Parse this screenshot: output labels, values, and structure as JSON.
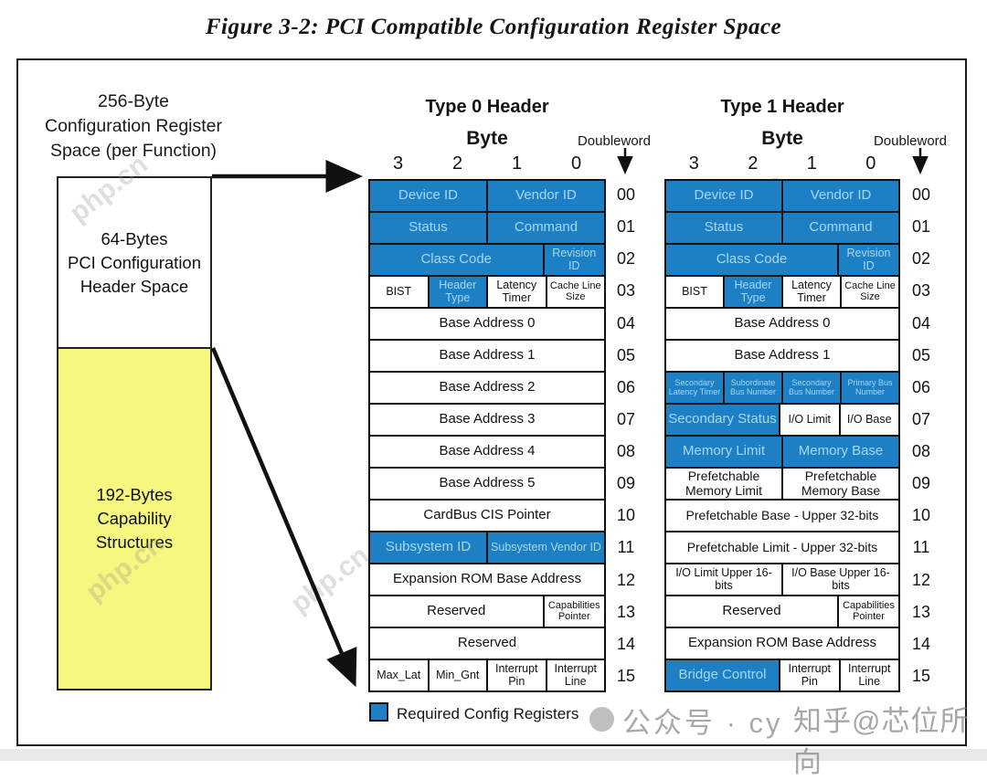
{
  "title": "Figure 3-2: PCI Compatible Configuration Register Space",
  "left_panel": {
    "caption": "256-Byte\nConfiguration Register\nSpace (per Function)",
    "header_space_label": "64-Bytes\nPCI Configuration\nHeader Space",
    "capability_label": "192-Bytes\nCapability\nStructures"
  },
  "colors": {
    "required_blue": "#1d7fc4",
    "blue_text": "#a7d8f4",
    "capability_yellow": "#f6f77e"
  },
  "byte_numbers": [
    "3",
    "2",
    "1",
    "0"
  ],
  "headers": [
    {
      "title": "Type 0 Header",
      "byte_label": "Byte",
      "doubleword_label": "Doubleword",
      "rows": [
        {
          "dw": "00",
          "cells": [
            {
              "label": "Device ID",
              "span": 2,
              "blue": true,
              "size": "lg"
            },
            {
              "label": "Vendor ID",
              "span": 2,
              "blue": true,
              "size": "lg"
            }
          ]
        },
        {
          "dw": "01",
          "cells": [
            {
              "label": "Status",
              "span": 2,
              "blue": true,
              "size": "lg"
            },
            {
              "label": "Command",
              "span": 2,
              "blue": true,
              "size": "lg"
            }
          ]
        },
        {
          "dw": "02",
          "cells": [
            {
              "label": "Class Code",
              "span": 3,
              "blue": true,
              "size": "lg"
            },
            {
              "label": "Revision ID",
              "span": 1,
              "blue": true,
              "size": "md"
            }
          ]
        },
        {
          "dw": "03",
          "cells": [
            {
              "label": "BIST",
              "span": 1,
              "blue": false,
              "size": "md"
            },
            {
              "label": "Header Type",
              "span": 1,
              "blue": true,
              "size": "md"
            },
            {
              "label": "Latency Timer",
              "span": 1,
              "blue": false,
              "size": "md"
            },
            {
              "label": "Cache Line Size",
              "span": 1,
              "blue": false,
              "size": "sm"
            }
          ]
        },
        {
          "dw": "04",
          "cells": [
            {
              "label": "Base Address 0",
              "span": 4,
              "blue": false,
              "size": "lg"
            }
          ]
        },
        {
          "dw": "05",
          "cells": [
            {
              "label": "Base Address 1",
              "span": 4,
              "blue": false,
              "size": "lg"
            }
          ]
        },
        {
          "dw": "06",
          "cells": [
            {
              "label": "Base Address 2",
              "span": 4,
              "blue": false,
              "size": "lg"
            }
          ]
        },
        {
          "dw": "07",
          "cells": [
            {
              "label": "Base Address 3",
              "span": 4,
              "blue": false,
              "size": "lg"
            }
          ]
        },
        {
          "dw": "08",
          "cells": [
            {
              "label": "Base Address 4",
              "span": 4,
              "blue": false,
              "size": "lg"
            }
          ]
        },
        {
          "dw": "09",
          "cells": [
            {
              "label": "Base Address 5",
              "span": 4,
              "blue": false,
              "size": "lg"
            }
          ]
        },
        {
          "dw": "10",
          "cells": [
            {
              "label": "CardBus CIS Pointer",
              "span": 4,
              "blue": false,
              "size": "lg"
            }
          ]
        },
        {
          "dw": "11",
          "cells": [
            {
              "label": "Subsystem ID",
              "span": 2,
              "blue": true,
              "size": "lg"
            },
            {
              "label": "Subsystem Vendor ID",
              "span": 2,
              "blue": true,
              "size": "md"
            }
          ]
        },
        {
          "dw": "12",
          "cells": [
            {
              "label": "Expansion ROM Base Address",
              "span": 4,
              "blue": false,
              "size": "lg"
            }
          ]
        },
        {
          "dw": "13",
          "cells": [
            {
              "label": "Reserved",
              "span": 3,
              "blue": false,
              "size": "lg"
            },
            {
              "label": "Capabilities Pointer",
              "span": 1,
              "blue": false,
              "size": "sm"
            }
          ]
        },
        {
          "dw": "14",
          "cells": [
            {
              "label": "Reserved",
              "span": 4,
              "blue": false,
              "size": "lg"
            }
          ]
        },
        {
          "dw": "15",
          "cells": [
            {
              "label": "Max_Lat",
              "span": 1,
              "blue": false,
              "size": "md"
            },
            {
              "label": "Min_Gnt",
              "span": 1,
              "blue": false,
              "size": "md"
            },
            {
              "label": "Interrupt Pin",
              "span": 1,
              "blue": false,
              "size": "md"
            },
            {
              "label": "Interrupt Line",
              "span": 1,
              "blue": false,
              "size": "md"
            }
          ]
        }
      ]
    },
    {
      "title": "Type 1 Header",
      "byte_label": "Byte",
      "doubleword_label": "Doubleword",
      "rows": [
        {
          "dw": "00",
          "cells": [
            {
              "label": "Device ID",
              "span": 2,
              "blue": true,
              "size": "lg"
            },
            {
              "label": "Vendor ID",
              "span": 2,
              "blue": true,
              "size": "lg"
            }
          ]
        },
        {
          "dw": "01",
          "cells": [
            {
              "label": "Status",
              "span": 2,
              "blue": true,
              "size": "lg"
            },
            {
              "label": "Command",
              "span": 2,
              "blue": true,
              "size": "lg"
            }
          ]
        },
        {
          "dw": "02",
          "cells": [
            {
              "label": "Class Code",
              "span": 3,
              "blue": true,
              "size": "lg"
            },
            {
              "label": "Revision ID",
              "span": 1,
              "blue": true,
              "size": "md"
            }
          ]
        },
        {
          "dw": "03",
          "cells": [
            {
              "label": "BIST",
              "span": 1,
              "blue": false,
              "size": "md"
            },
            {
              "label": "Header Type",
              "span": 1,
              "blue": true,
              "size": "md"
            },
            {
              "label": "Latency Timer",
              "span": 1,
              "blue": false,
              "size": "md"
            },
            {
              "label": "Cache Line Size",
              "span": 1,
              "blue": false,
              "size": "sm"
            }
          ]
        },
        {
          "dw": "04",
          "cells": [
            {
              "label": "Base Address 0",
              "span": 4,
              "blue": false,
              "size": "lg"
            }
          ]
        },
        {
          "dw": "05",
          "cells": [
            {
              "label": "Base Address 1",
              "span": 4,
              "blue": false,
              "size": "lg"
            }
          ]
        },
        {
          "dw": "06",
          "cells": [
            {
              "label": "Secondary Latency Timer",
              "span": 1,
              "blue": true,
              "size": "xs"
            },
            {
              "label": "Subordinate Bus Number",
              "span": 1,
              "blue": true,
              "size": "xs"
            },
            {
              "label": "Secondary Bus Number",
              "span": 1,
              "blue": true,
              "size": "xs"
            },
            {
              "label": "Primary Bus Number",
              "span": 1,
              "blue": true,
              "size": "xs"
            }
          ]
        },
        {
          "dw": "07",
          "cells": [
            {
              "label": "Secondary Status",
              "span": 2,
              "blue": true,
              "size": "lg"
            },
            {
              "label": "I/O Limit",
              "span": 1,
              "blue": false,
              "size": "md"
            },
            {
              "label": "I/O Base",
              "span": 1,
              "blue": false,
              "size": "md"
            }
          ]
        },
        {
          "dw": "08",
          "cells": [
            {
              "label": "Memory Limit",
              "span": 2,
              "blue": true,
              "size": "lg"
            },
            {
              "label": "Memory Base",
              "span": 2,
              "blue": true,
              "size": "lg"
            }
          ]
        },
        {
          "dw": "09",
          "cells": [
            {
              "label": "Prefetchable Memory Limit",
              "span": 2,
              "blue": false,
              "size": "ml"
            },
            {
              "label": "Prefetchable Memory Base",
              "span": 2,
              "blue": false,
              "size": "ml"
            }
          ]
        },
        {
          "dw": "10",
          "cells": [
            {
              "label": "Prefetchable Base - Upper 32-bits",
              "span": 4,
              "blue": false,
              "size": "ml"
            }
          ]
        },
        {
          "dw": "11",
          "cells": [
            {
              "label": "Prefetchable Limit - Upper 32-bits",
              "span": 4,
              "blue": false,
              "size": "ml"
            }
          ]
        },
        {
          "dw": "12",
          "cells": [
            {
              "label": "I/O Limit Upper 16-bits",
              "span": 2,
              "blue": false,
              "size": "md"
            },
            {
              "label": "I/O Base Upper 16-bits",
              "span": 2,
              "blue": false,
              "size": "md"
            }
          ]
        },
        {
          "dw": "13",
          "cells": [
            {
              "label": "Reserved",
              "span": 3,
              "blue": false,
              "size": "lg"
            },
            {
              "label": "Capabilities Pointer",
              "span": 1,
              "blue": false,
              "size": "sm"
            }
          ]
        },
        {
          "dw": "14",
          "cells": [
            {
              "label": "Expansion ROM Base Address",
              "span": 4,
              "blue": false,
              "size": "lg"
            }
          ]
        },
        {
          "dw": "15",
          "cells": [
            {
              "label": "Bridge Control",
              "span": 2,
              "blue": true,
              "size": "lg"
            },
            {
              "label": "Interrupt Pin",
              "span": 1,
              "blue": false,
              "size": "md"
            },
            {
              "label": "Interrupt Line",
              "span": 1,
              "blue": false,
              "size": "md"
            }
          ]
        }
      ]
    }
  ],
  "legend": {
    "label": "Required Config Registers"
  },
  "watermarks": {
    "php": "php.cn",
    "bottom_left": "公众号 · cy",
    "bottom_right": "知乎@芯位所向"
  }
}
